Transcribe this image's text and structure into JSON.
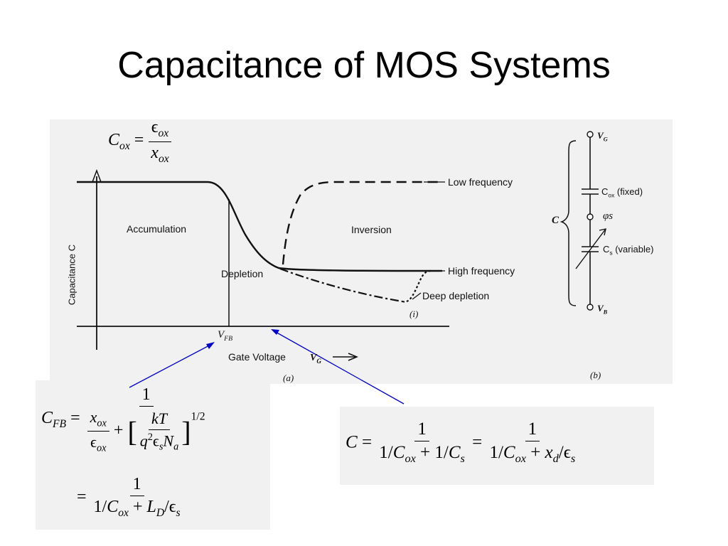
{
  "slide": {
    "title": "Capacitance of MOS Systems"
  },
  "diagram_a": {
    "y_axis_label": "Capacitance C",
    "x_axis_label": "Gate Voltage",
    "x_axis_symbol": "VG",
    "vfb_label": "VFB",
    "region_accumulation": "Accumulation",
    "region_depletion": "Depletion",
    "region_inversion": "Inversion",
    "curve_low": "Low frequency",
    "curve_high": "High frequency",
    "curve_deep": "Deep depletion",
    "curve_marker": "(i)",
    "caption": "(a)"
  },
  "diagram_b": {
    "vg": "VG",
    "cox": "Cox (fixed)",
    "phis": "φs",
    "cs": "Cs (variable)",
    "vb": "VB",
    "c": "C",
    "caption": "(b)"
  },
  "equations": {
    "cox_def": "Cox = εox / xox",
    "cfb": "CFB = 1 / (xox/εox + [kT/(q²εsNa)]^(1/2)) = 1 / (1/Cox + LD/εs)",
    "c_series": "C = 1 / (1/Cox + 1/Cs) = 1 / (1/Cox + xd/εs)"
  },
  "colors": {
    "arrow": "#0000cc",
    "ink": "#111111",
    "scan_bg": "#f1f1f1"
  }
}
